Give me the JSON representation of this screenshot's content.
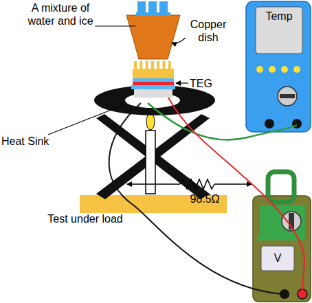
{
  "diagram": {
    "nodes": [
      {
        "text": [
          "Temp"
        ]
      },
      {
        "text": [
          "V"
        ]
      }
    ],
    "labels": [
      "A mixture of water and ice",
      "Copper dish",
      "TEG",
      "Heat Sink",
      "98.5Ω",
      "Test under load"
    ]
  }
}
